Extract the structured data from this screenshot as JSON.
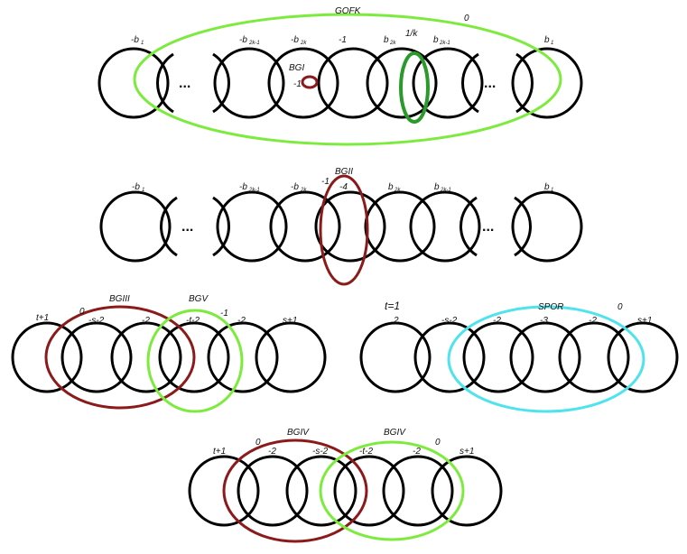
{
  "colors": {
    "link": "#000000",
    "green": "#7CEB3E",
    "dark_green": "#2A9A2A",
    "dark_red": "#8B1A1A",
    "cyan": "#4FE3EE"
  },
  "ellipsis": "...",
  "row1": {
    "labels": {
      "gofk": "GOFK",
      "zero": "0",
      "b1_left": "-b",
      "b1_left_sub": "1",
      "b2k1": "-b",
      "b2k1_sub": "2k-1",
      "b2k": "-b",
      "b2k_sub": "2k",
      "neg1": "-1",
      "bb2k": "b",
      "bb2k_sub": "2k",
      "one_over_k": "1/k",
      "bb2k1": "b",
      "bb2k1_sub": "2k-1",
      "b1_right": "b",
      "b1_right_sub": "1",
      "bgi": "BGI",
      "bgi_value": "-1"
    }
  },
  "row2": {
    "labels": {
      "bgii": "BGII",
      "neg1": "-1",
      "neg4": "-4",
      "b1_left": "-b",
      "b1_left_sub": "1",
      "b2k1": "-b",
      "b2k1_sub": "2k-1",
      "b2k": "-b",
      "b2k_sub": "2k",
      "bb2k": "b",
      "bb2k_sub": "2k",
      "bb2k1": "b",
      "bb2k1_sub": "2k-1",
      "b1_right": "b",
      "b1_right_sub": "1"
    }
  },
  "row3_left": {
    "labels": {
      "bgiii": "BGIII",
      "bgv": "BGV",
      "t1": "t+1",
      "zero": "0",
      "s2": "-s-2",
      "neg2": "-2",
      "t2": "-t-2",
      "neg1": "-1",
      "neg2b": "-2",
      "s1": "s+1"
    }
  },
  "row3_right": {
    "labels": {
      "teq": "t=1",
      "spor": "SPOR",
      "zero": "0",
      "two": "2",
      "s2": "-s-2",
      "neg2": "-2",
      "neg3": "-3",
      "neg2b": "-2",
      "s1": "s+1"
    }
  },
  "row4": {
    "labels": {
      "bgiv_left": "BGIV",
      "bgiv_right": "BGIV",
      "t1": "t+1",
      "zero_left": "0",
      "neg2": "-2",
      "s2": "-s-2",
      "t2": "-t-2",
      "neg2b": "-2",
      "zero_right": "0",
      "s1": "s+1"
    }
  }
}
